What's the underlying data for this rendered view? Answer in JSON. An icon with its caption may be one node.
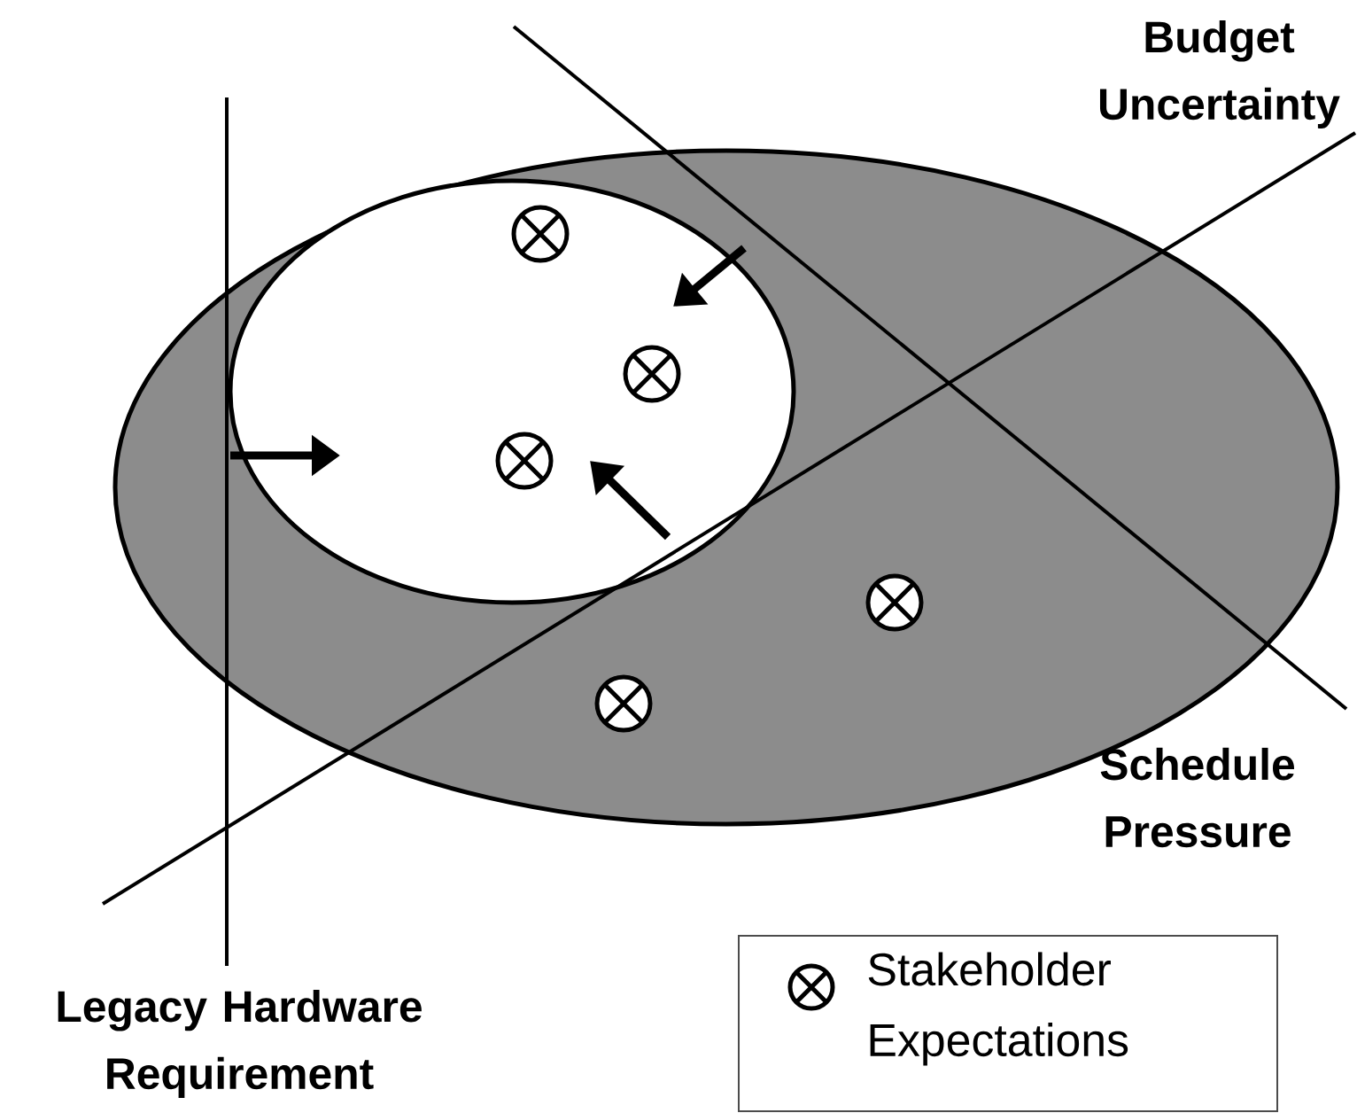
{
  "diagram": {
    "labels": [
      "Budget Uncertainty",
      "Schedule Pressure",
      "Legacy Hardware Requirement"
    ],
    "legend": [
      {
        "text": "Stakeholder Expectations"
      }
    ]
  }
}
